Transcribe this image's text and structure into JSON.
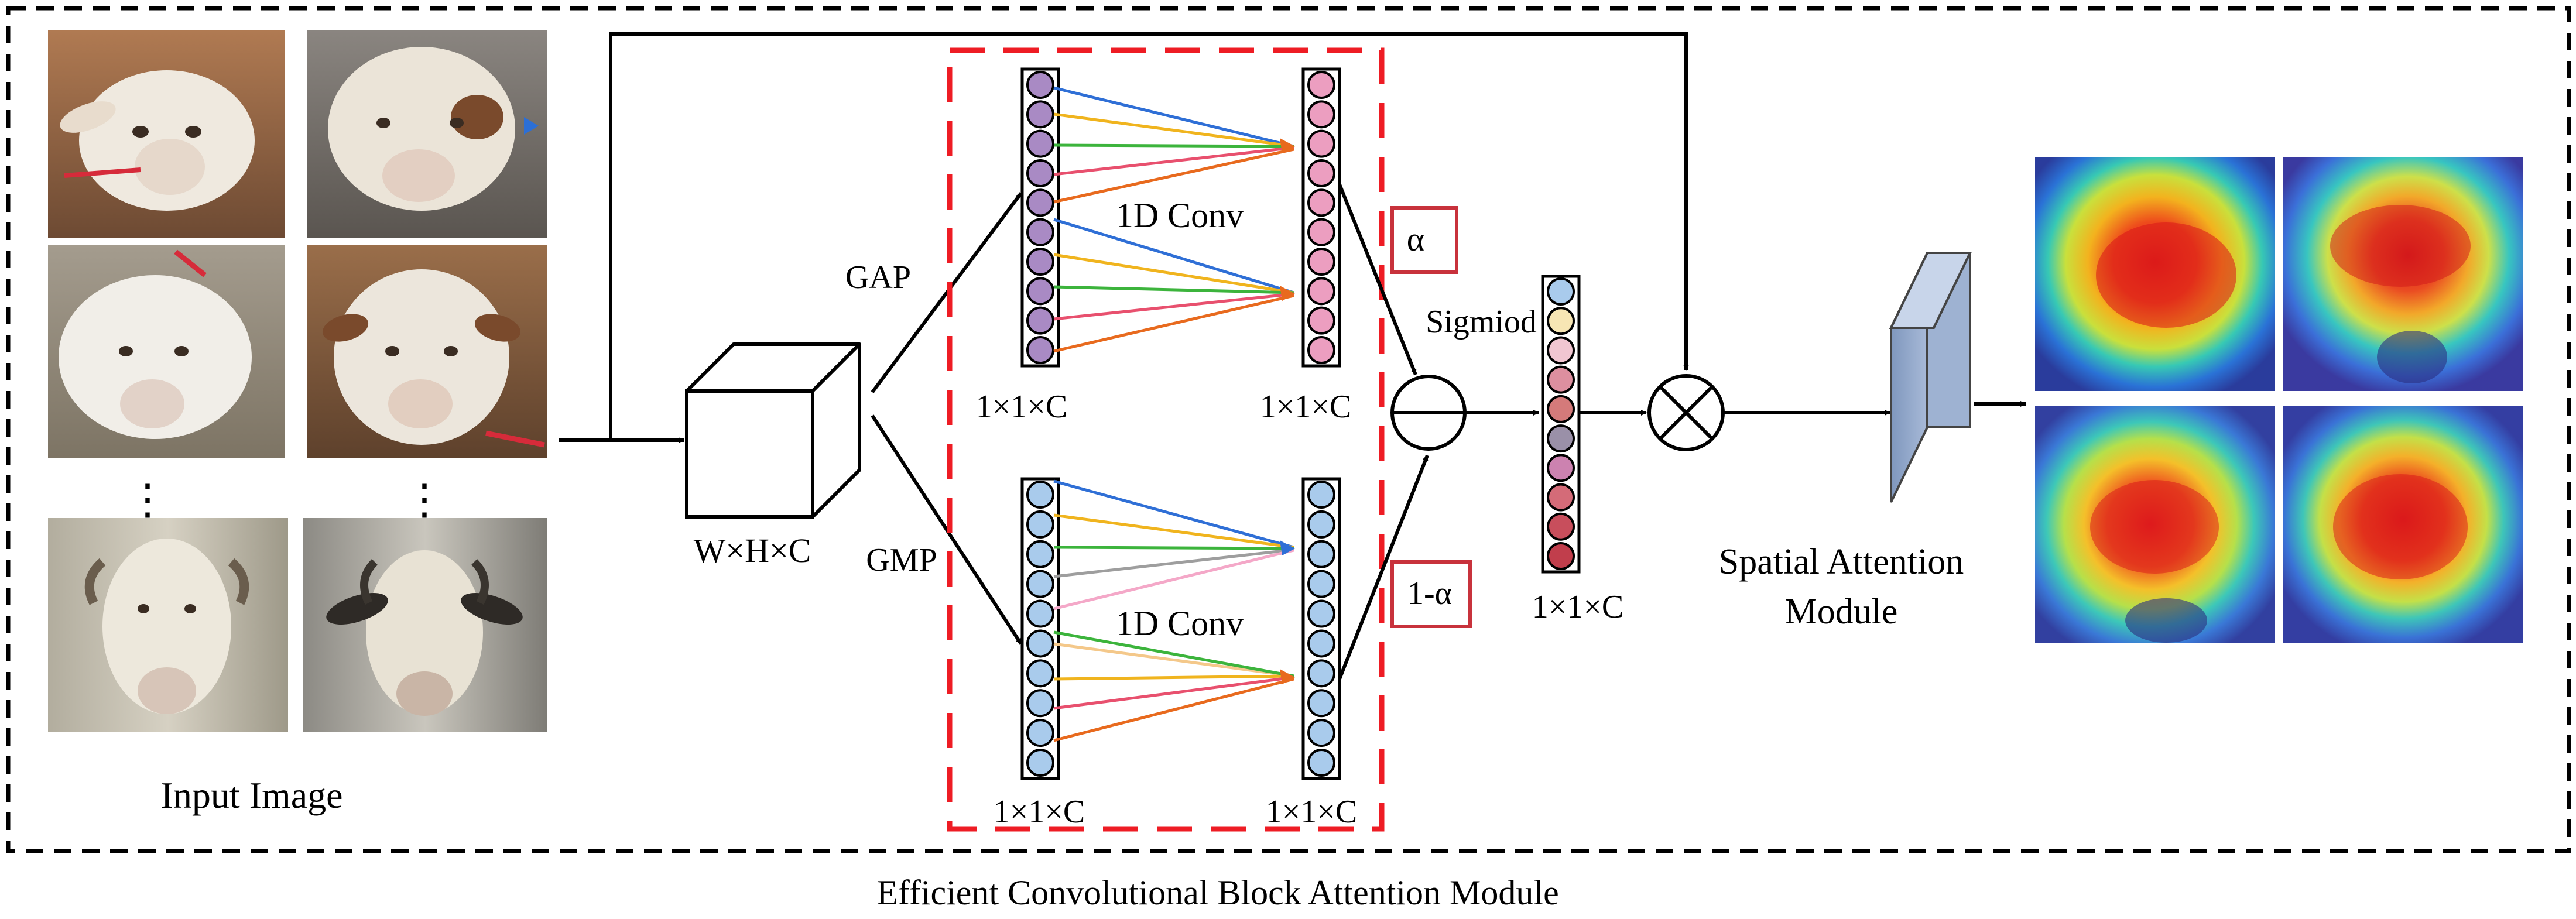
{
  "labels": {
    "input_image": "Input Image",
    "dots_left": "⋮",
    "dots_right": "⋮",
    "cube_dims": "W×H×C",
    "gap": "GAP",
    "gmp": "GMP",
    "conv_top": "1D Conv",
    "conv_bottom": "1D Conv",
    "dim_gap_in": "1×1×C",
    "dim_gap_out": "1×1×C",
    "dim_gmp_in": "1×1×C",
    "dim_gmp_out": "1×1×C",
    "alpha": "α",
    "one_minus_alpha": "1-α",
    "sigmoid": "Sigmiod",
    "dim_sigmoid": "1×1×C",
    "spatial_attention": "Spatial Attention",
    "module": "Module",
    "caption": "Efficient Convolutional Block Attention Module"
  },
  "colors": {
    "purple_node": "#a98ac4",
    "pink_node": "#ec9ec0",
    "blue_node": "#a9cbec",
    "red_dash": "#ee1c24",
    "alpha_box": "#c8323c",
    "plane": "#8ea5c8"
  },
  "sigmoid_colors": [
    "#a9cbec",
    "#f7e6b4",
    "#f1c6d1",
    "#dd8f9f",
    "#d47a7a",
    "#9a90a8",
    "#cc82b0",
    "#d46b78",
    "#c84e5c",
    "#c13e4c"
  ]
}
